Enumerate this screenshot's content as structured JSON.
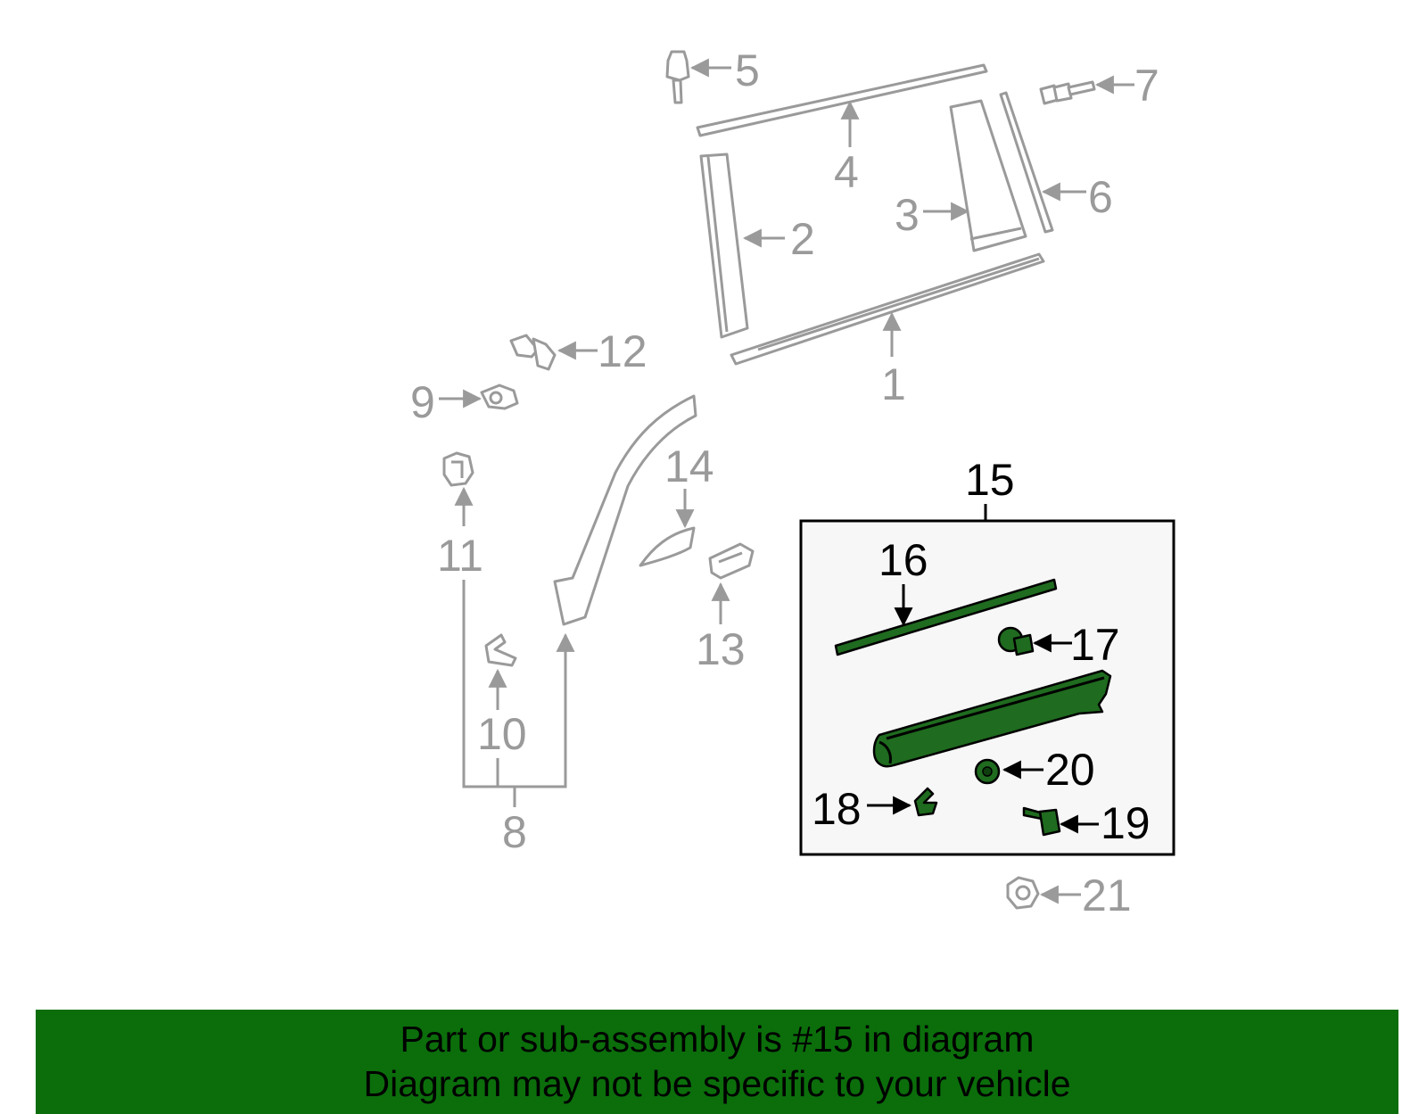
{
  "diagram": {
    "parts": [
      {
        "id": "1",
        "label": "1"
      },
      {
        "id": "2",
        "label": "2"
      },
      {
        "id": "3",
        "label": "3"
      },
      {
        "id": "4",
        "label": "4"
      },
      {
        "id": "5",
        "label": "5"
      },
      {
        "id": "6",
        "label": "6"
      },
      {
        "id": "7",
        "label": "7"
      },
      {
        "id": "8",
        "label": "8"
      },
      {
        "id": "9",
        "label": "9"
      },
      {
        "id": "10",
        "label": "10"
      },
      {
        "id": "11",
        "label": "11"
      },
      {
        "id": "12",
        "label": "12"
      },
      {
        "id": "13",
        "label": "13"
      },
      {
        "id": "14",
        "label": "14"
      },
      {
        "id": "15",
        "label": "15"
      },
      {
        "id": "16",
        "label": "16"
      },
      {
        "id": "17",
        "label": "17"
      },
      {
        "id": "18",
        "label": "18"
      },
      {
        "id": "19",
        "label": "19"
      },
      {
        "id": "20",
        "label": "20"
      },
      {
        "id": "21",
        "label": "21"
      }
    ],
    "highlighted_part": "15",
    "colors": {
      "highlight_part": "#1f6b1f",
      "other_parts": "#9a9a9a",
      "subassembly_box_fill": "#f7f7f7",
      "banner_bg": "#0b6e0b"
    }
  },
  "banner": {
    "line1": "Part or sub-assembly is #15 in diagram",
    "line2": "Diagram may not be specific to your vehicle"
  }
}
